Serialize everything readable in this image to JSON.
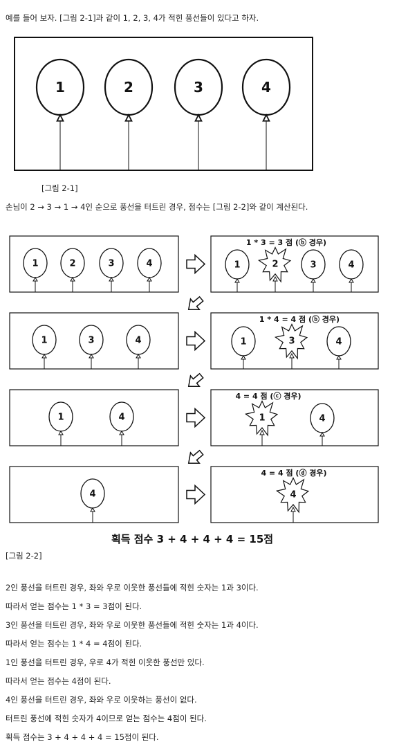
{
  "intro": "예를 들어 보자. [그림 2-1]과 같이 1, 2, 3, 4가 적힌 풍선들이 있다고 하자.",
  "fig1": {
    "caption": "[그림 2-1]",
    "balloons": [
      "1",
      "2",
      "3",
      "4"
    ]
  },
  "order_text": "손님이 2 → 3  → 1 → 4인 순으로 풍선을 터트린 경우, 점수는 [그림 2-2]와 같이 계산된다.",
  "fig2": {
    "caption": "[그림 2-2]",
    "rows": [
      {
        "left": [
          "1",
          "2",
          "3",
          "4"
        ],
        "right": [
          "1",
          "2",
          "3",
          "4"
        ],
        "popped": "2",
        "label": "1 * 3 = 3 점 (ⓑ 경우)"
      },
      {
        "left": [
          "1",
          "3",
          "4"
        ],
        "right": [
          "1",
          "3",
          "4"
        ],
        "popped": "3",
        "label": "1 * 4 = 4 점 (ⓑ 경우)"
      },
      {
        "left": [
          "1",
          "4"
        ],
        "right": [
          "1",
          "4"
        ],
        "popped": "1",
        "label": "4 = 4 점 (ⓒ 경우)"
      },
      {
        "left": [
          "4"
        ],
        "right": [
          "4"
        ],
        "popped": "4",
        "label": "4 = 4 점 (ⓓ 경우)"
      }
    ],
    "total": "획득 점수 3 + 4 + 4 + 4 = 15점"
  },
  "explanation": [
    "2인 풍선을 터트린 경우, 좌와 우로 이웃한 풍선들에 적힌 숫자는 1과 3이다.",
    "따라서 얻는 점수는 1 * 3 = 3점이 된다.",
    "3인 풍선을 터트린 경우, 좌와 우로 이웃한 풍선들에 적힌 숫자는 1과 4이다.",
    "따라서 얻는 점수는 1 * 4 = 4점이 된다.",
    "1인 풍선을 터트린 경우, 우로 4가 적힌 이웃한 풍선만 있다.",
    "따라서 얻는 점수는 4점이 된다.",
    "4인 풍선을 터트린 경우, 좌와 우로 이웃하는 풍선이 없다.",
    "터트린 풍선에 적힌 숫자가 4이므로 얻는 점수는 4점이 된다.",
    "획득 점수는 3 + 4 + 4 + 4 = 15점이 된다."
  ]
}
